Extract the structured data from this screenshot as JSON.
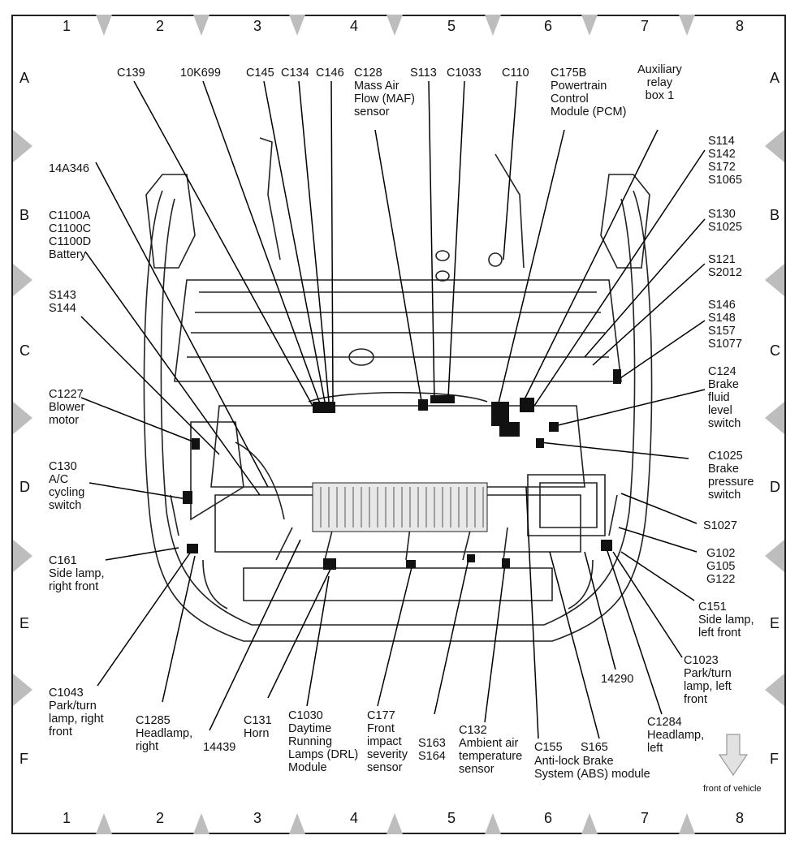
{
  "grid": {
    "columns": [
      "1",
      "2",
      "3",
      "4",
      "5",
      "6",
      "7",
      "8"
    ],
    "rows": [
      "A",
      "B",
      "C",
      "D",
      "E",
      "F"
    ]
  },
  "labels": {
    "c139": "C139",
    "k10k699": "10K699",
    "c145": "C145",
    "c134": "C134",
    "c146": "C146",
    "c128": "C128\nMass Air\nFlow (MAF)\nsensor",
    "s113": "S113",
    "c1033": "C1033",
    "c110": "C110",
    "c175b": "C175B\nPowertrain\nControl\nModule (PCM)",
    "aux_relay": "Auxiliary\nrelay\nbox 1",
    "a14a346": "14A346",
    "c1100": "C1100A\nC1100C\nC1100D\nBattery",
    "s143": "S143\nS144",
    "c1227": "C1227\nBlower\nmotor",
    "c130": "C130\nA/C\ncycling\nswitch",
    "c161": "C161\nSide lamp,\nright front",
    "c1043": "C1043\nPark/turn\nlamp, right\nfront",
    "c1285": "C1285\nHeadlamp,\nright",
    "n14439": "14439",
    "c131": "C131\nHorn",
    "c1030": "C1030\nDaytime\nRunning\nLamps (DRL)\nModule",
    "c177": "C177\nFront\nimpact\nseverity\nsensor",
    "s163": "S163\nS164",
    "c132": "C132\nAmbient air\ntemperature\nsensor",
    "c155": "C155",
    "s165": "S165",
    "abs": "Anti-lock Brake\nSystem (ABS) module",
    "n14290": "14290",
    "c1284": "C1284\nHeadlamp,\nleft",
    "c1023": "C1023\nPark/turn\nlamp, left\nfront",
    "c151": "C151\nSide lamp,\nleft front",
    "g102": "G102\nG105\nG122",
    "s1027": "S1027",
    "c1025": "C1025\nBrake\npressure\nswitch",
    "c124": "C124\nBrake\nfluid\nlevel\nswitch",
    "s146": "S146\nS148\nS157\nS1077",
    "s121": "S121\nS2012",
    "s130": "S130\nS1025",
    "s114": "S114\nS142\nS172\nS1065",
    "front_of_vehicle": "front of vehicle"
  }
}
